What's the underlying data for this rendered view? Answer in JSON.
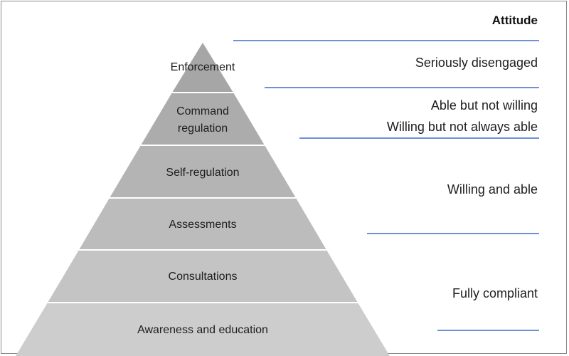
{
  "pyramid": {
    "tiers": [
      {
        "label": "Enforcement"
      },
      {
        "label_line1": "Command",
        "label_line2": "regulation"
      },
      {
        "label": "Self-regulation"
      },
      {
        "label": "Assessments"
      },
      {
        "label": "Consultations"
      },
      {
        "label": "Awareness and education"
      }
    ]
  },
  "attitude": {
    "title": "Attitude",
    "items": [
      {
        "label": "Seriously disengaged"
      },
      {
        "label": "Able but not willing"
      },
      {
        "label": "Willing but not always able"
      },
      {
        "label": "Willing and able"
      },
      {
        "label": "Fully compliant"
      }
    ]
  },
  "colors": {
    "tier_fill_top": "#a3a3a3",
    "tier_fill_bottom": "#cfcfcf",
    "divider": "#ffffff",
    "rule": "#6f8fd8"
  }
}
